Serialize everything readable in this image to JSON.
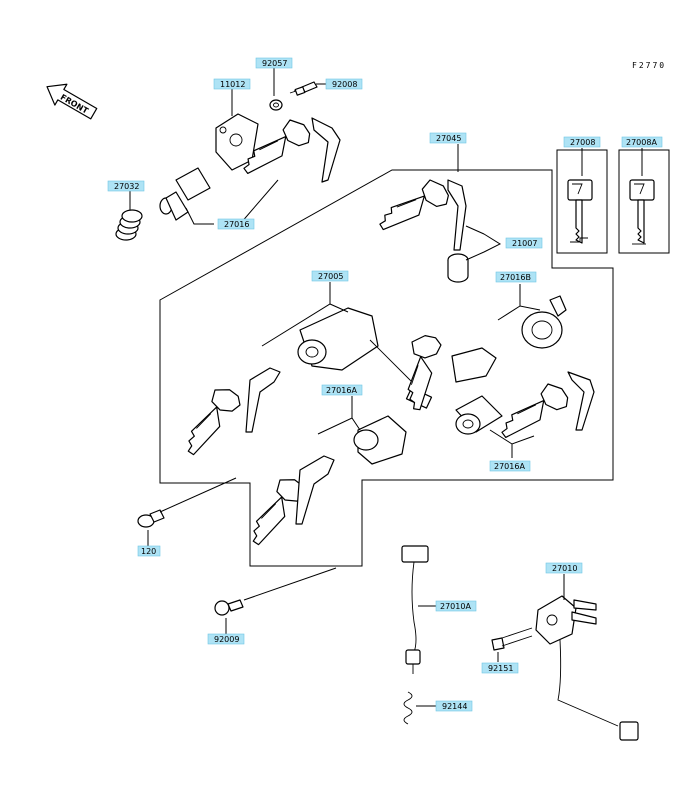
{
  "figure_code": "F2770",
  "front_label": "FRONT",
  "callouts": [
    {
      "id": "c92057",
      "text": "92057"
    },
    {
      "id": "c92008",
      "text": "92008"
    },
    {
      "id": "c11012",
      "text": "11012"
    },
    {
      "id": "c27032",
      "text": "27032"
    },
    {
      "id": "c27016",
      "text": "27016"
    },
    {
      "id": "c27045",
      "text": "27045"
    },
    {
      "id": "c27008",
      "text": "27008"
    },
    {
      "id": "c27008A",
      "text": "27008A"
    },
    {
      "id": "c21007",
      "text": "21007"
    },
    {
      "id": "c27005",
      "text": "27005"
    },
    {
      "id": "c27016B",
      "text": "27016B"
    },
    {
      "id": "c27016A_1",
      "text": "27016A"
    },
    {
      "id": "c27016A_2",
      "text": "27016A"
    },
    {
      "id": "c120",
      "text": "120"
    },
    {
      "id": "c27010",
      "text": "27010"
    },
    {
      "id": "c27010A",
      "text": "27010A"
    },
    {
      "id": "c92009",
      "text": "92009"
    },
    {
      "id": "c92151",
      "text": "92151"
    },
    {
      "id": "c92144",
      "text": "92144"
    }
  ]
}
